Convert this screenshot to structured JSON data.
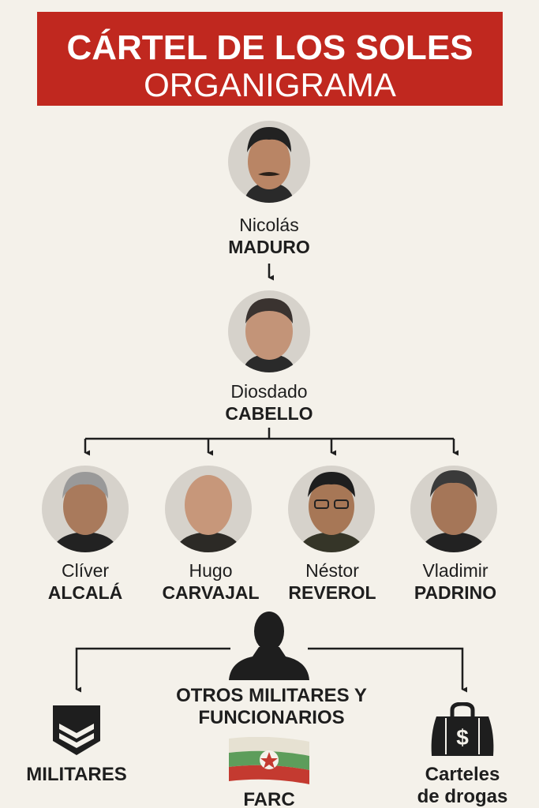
{
  "header": {
    "title": "CÁRTEL DE LOS SOLES",
    "subtitle": "ORGANIGRAMA"
  },
  "leaders": [
    {
      "first": "Nicolás",
      "last": "MADURO"
    },
    {
      "first": "Diosdado",
      "last": "CABELLO"
    }
  ],
  "subordinates": [
    {
      "first": "Clíver",
      "last": "ALCALÁ"
    },
    {
      "first": "Hugo",
      "last": "CARVAJAL"
    },
    {
      "first": "Néstor",
      "last": "REVEROL"
    },
    {
      "first": "Vladimir",
      "last": "PADRINO"
    }
  ],
  "others": {
    "line1": "OTROS MILITARES Y",
    "line2": "FUNCIONARIOS"
  },
  "groups": {
    "militares": "MILITARES",
    "farc": "FARC",
    "carteles_1": "Carteles",
    "carteles_2": "de drogas"
  },
  "colors": {
    "banner": "#c0281f",
    "background": "#f4f1ea",
    "ink": "#1e1e1e"
  }
}
